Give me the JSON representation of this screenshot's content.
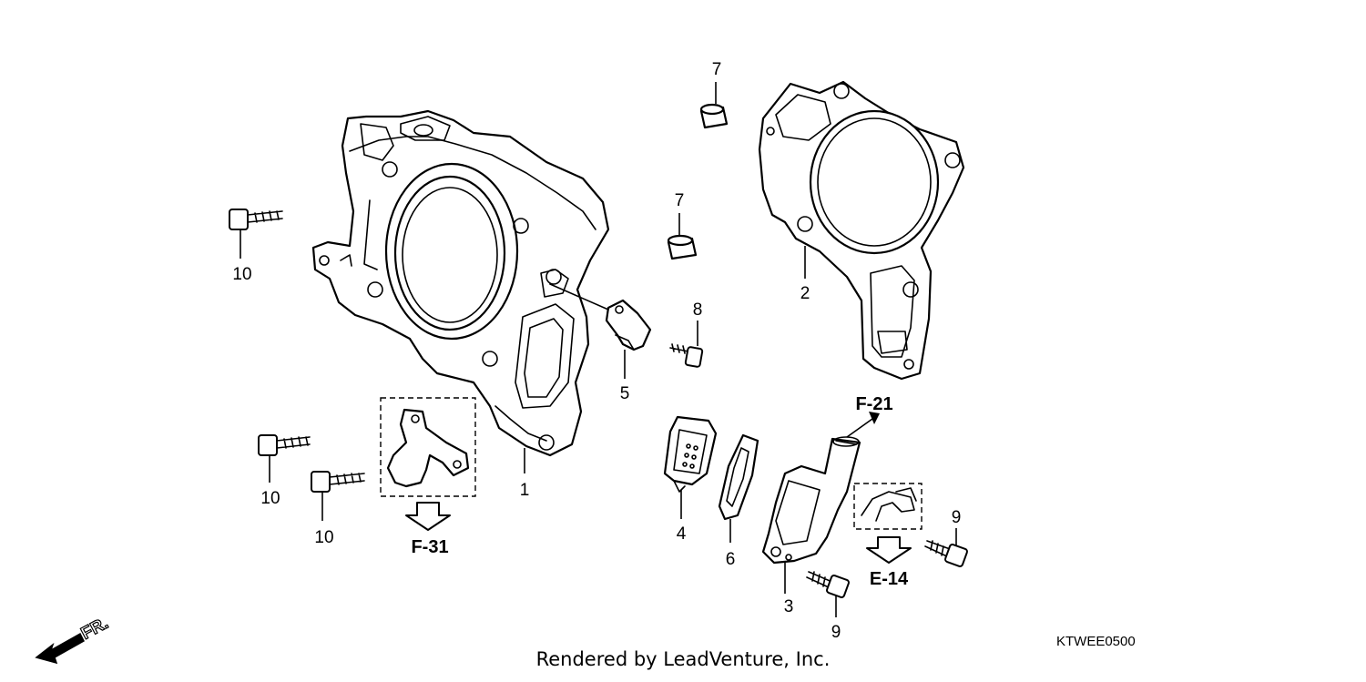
{
  "callouts": {
    "c1": "1",
    "c2": "2",
    "c3": "3",
    "c4": "4",
    "c5": "5",
    "c6": "6",
    "c7a": "7",
    "c7b": "7",
    "c8": "8",
    "c9a": "9",
    "c9b": "9",
    "c10a": "10",
    "c10b": "10",
    "c10c": "10"
  },
  "refs": {
    "f31": "F-31",
    "f21": "F-21",
    "e14": "E-14"
  },
  "direction_label": "FR.",
  "diagram_code": "KTWEE0500",
  "footer": "Rendered by LeadVenture, Inc."
}
